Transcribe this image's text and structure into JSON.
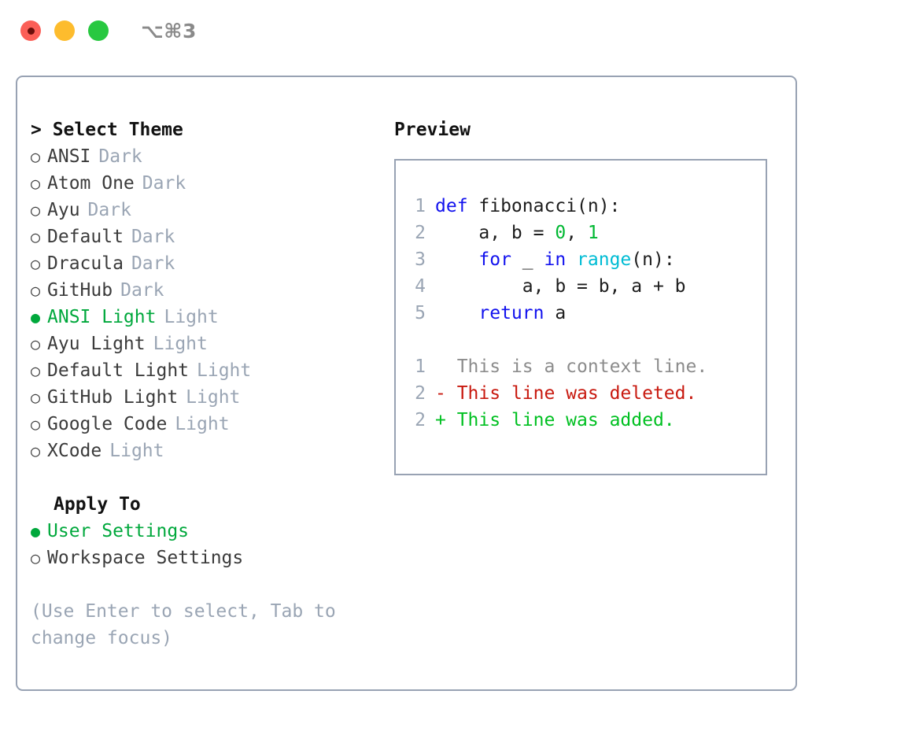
{
  "window": {
    "shortcut": "⌥⌘3",
    "traffic_lights": [
      {
        "name": "close",
        "color": "#fb5f57"
      },
      {
        "name": "minimize",
        "color": "#fdbc2d"
      },
      {
        "name": "maximize",
        "color": "#28c840"
      }
    ]
  },
  "theme_picker": {
    "heading": "> Select Theme",
    "items": [
      {
        "label": "ANSI",
        "variant": "Dark",
        "selected": false
      },
      {
        "label": "Atom One",
        "variant": "Dark",
        "selected": false
      },
      {
        "label": "Ayu",
        "variant": "Dark",
        "selected": false
      },
      {
        "label": "Default",
        "variant": "Dark",
        "selected": false
      },
      {
        "label": "Dracula",
        "variant": "Dark",
        "selected": false
      },
      {
        "label": "GitHub",
        "variant": "Dark",
        "selected": false
      },
      {
        "label": "ANSI Light",
        "variant": "Light",
        "selected": true
      },
      {
        "label": "Ayu Light",
        "variant": "Light",
        "selected": false
      },
      {
        "label": "Default Light",
        "variant": "Light",
        "selected": false
      },
      {
        "label": "GitHub Light",
        "variant": "Light",
        "selected": false
      },
      {
        "label": "Google Code",
        "variant": "Light",
        "selected": false
      },
      {
        "label": "XCode",
        "variant": "Light",
        "selected": false
      }
    ],
    "bullet_selected": "●",
    "bullet_unselected": "○"
  },
  "apply_to": {
    "heading": "Apply To",
    "items": [
      {
        "label": "User Settings",
        "selected": true
      },
      {
        "label": "Workspace Settings",
        "selected": false
      }
    ]
  },
  "hint": "(Use Enter to select, Tab to change focus)",
  "preview": {
    "title": "Preview",
    "code_lines": [
      {
        "no": "1",
        "tokens": [
          {
            "t": "def",
            "c": "kw"
          },
          {
            "t": " fibonacci(n):",
            "c": "plain"
          }
        ]
      },
      {
        "no": "2",
        "tokens": [
          {
            "t": "    a, b = ",
            "c": "plain"
          },
          {
            "t": "0",
            "c": "num"
          },
          {
            "t": ", ",
            "c": "plain"
          },
          {
            "t": "1",
            "c": "num"
          }
        ]
      },
      {
        "no": "3",
        "tokens": [
          {
            "t": "    ",
            "c": "plain"
          },
          {
            "t": "for",
            "c": "kw"
          },
          {
            "t": " _ ",
            "c": "plain"
          },
          {
            "t": "in",
            "c": "kw"
          },
          {
            "t": " ",
            "c": "plain"
          },
          {
            "t": "range",
            "c": "fn"
          },
          {
            "t": "(n):",
            "c": "plain"
          }
        ]
      },
      {
        "no": "4",
        "tokens": [
          {
            "t": "        a, b = b, a + b",
            "c": "plain"
          }
        ]
      },
      {
        "no": "5",
        "tokens": [
          {
            "t": "    ",
            "c": "plain"
          },
          {
            "t": "return",
            "c": "kw"
          },
          {
            "t": " a",
            "c": "plain"
          }
        ]
      }
    ],
    "diff_lines": [
      {
        "no": "1",
        "marker": "  ",
        "text": "This is a context line.",
        "kind": "ctx"
      },
      {
        "no": "2",
        "marker": "- ",
        "text": "This line was deleted.",
        "kind": "del"
      },
      {
        "no": "2",
        "marker": "+ ",
        "text": "This line was added.",
        "kind": "add"
      }
    ]
  },
  "colors": {
    "accent_green": "#00a83c",
    "muted": "#9aa5b4",
    "border": "#98a2b3",
    "keyword": "#1212ee",
    "function": "#00bcd4",
    "number": "#00b832",
    "diff_delete": "#c8190f",
    "diff_add": "#00c021",
    "diff_context": "#8c8c8c"
  }
}
